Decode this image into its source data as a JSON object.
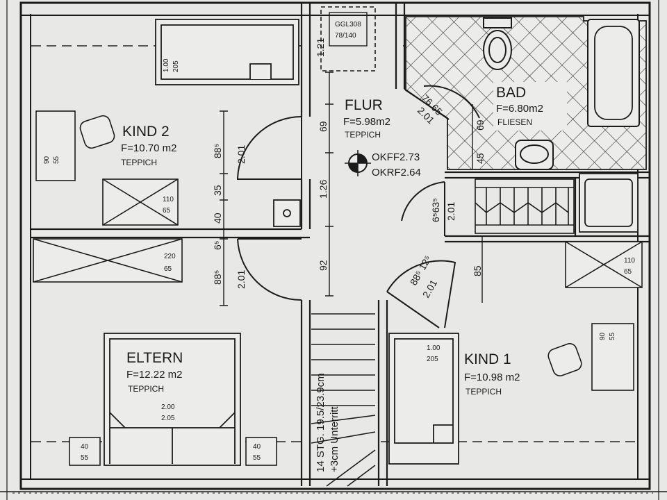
{
  "plan": {
    "rooms": {
      "kind2": {
        "name": "KIND 2",
        "area": "F=10.70 m2",
        "floor": "TEPPICH"
      },
      "flur": {
        "name": "FLUR",
        "area": "F=5.98m2",
        "floor": "TEPPICH"
      },
      "bad": {
        "name": "BAD",
        "area": "F=6.80m2",
        "floor": "FLIESEN"
      },
      "eltern": {
        "name": "ELTERN",
        "area": "F=12.22 m2",
        "floor": "TEPPICH"
      },
      "kind1": {
        "name": "KIND 1",
        "area": "F=10.98 m2",
        "floor": "TEPPICH"
      }
    },
    "levels": {
      "okff": "OKFF2.73",
      "okrf": "OKRF2.64"
    },
    "stairs": {
      "count": "14 STG. 19.5/23.9cm",
      "note": "+3cm Unterritt"
    },
    "chimney": {
      "top": "GGL308",
      "bottom": "78/140",
      "height": "1.21"
    },
    "furniture": {
      "bed_kind2": {
        "w": "1.00",
        "l": "205"
      },
      "bed_eltern": {
        "w": "2.00",
        "l": "2.05"
      },
      "bed_kind1": {
        "w": "1.00",
        "l": "205"
      },
      "desk_kind2": {
        "a": "90",
        "b": "55"
      },
      "desk_kind1": {
        "a": "90",
        "b": "55"
      },
      "wardrobe_kind2": {
        "a": "110",
        "b": "65"
      },
      "wardrobe_eltern": {
        "a": "220",
        "b": "65"
      },
      "wardrobe_kind1": {
        "a": "110",
        "b": "65"
      },
      "night_left": {
        "a": "40",
        "b": "55"
      },
      "night_right": {
        "a": "40",
        "b": "55"
      }
    },
    "dims": {
      "d69": "69",
      "d126": "1.26",
      "d92": "92",
      "d2011": "2.01",
      "d885a": "88⁵",
      "d35": "35",
      "d40": "40",
      "d65": "6⁵",
      "d885b": "88⁵",
      "d2012": "2.01",
      "d7665": "76 65",
      "d2013": "2.01",
      "d69b": "69",
      "d45": "45",
      "d2014": "2.01",
      "d6635": "6⁵63⁵",
      "d885c": "88⁵ 12⁵",
      "d2015": "2.01",
      "d85": "85"
    }
  }
}
